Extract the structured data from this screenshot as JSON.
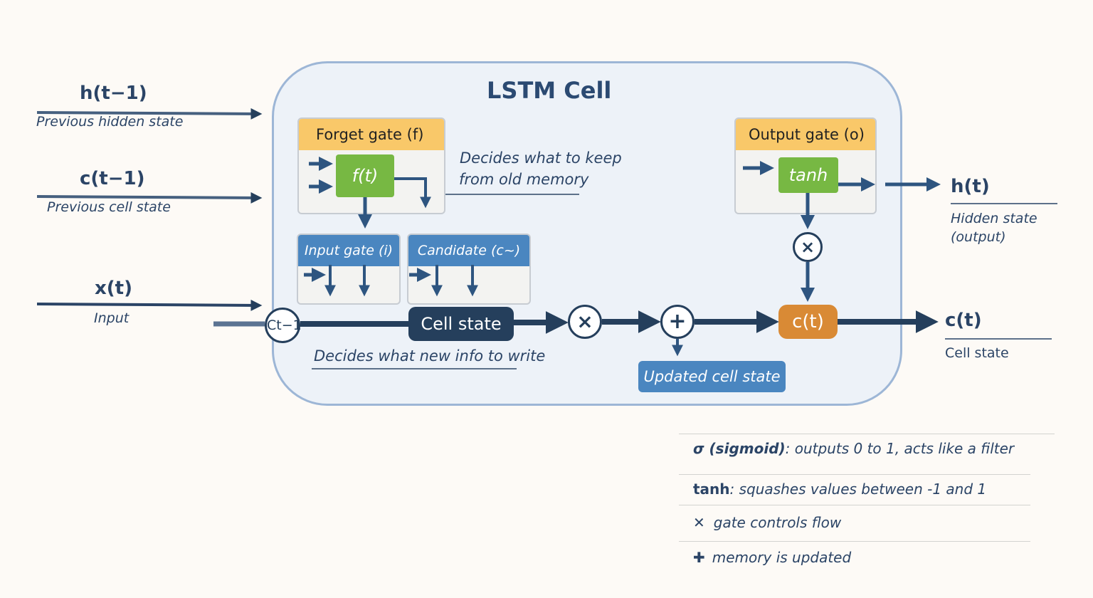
{
  "title": "LSTM Cell",
  "inputs": {
    "h_prev": {
      "symbol": "h(t−1)",
      "label": "Previous hidden state"
    },
    "c_prev": {
      "symbol": "c(t−1)",
      "label": "Previous cell state"
    },
    "x": {
      "symbol": "x(t)",
      "label": "Input"
    }
  },
  "outputs": {
    "h": {
      "symbol": "h(t)",
      "label_line1": "Hidden state",
      "label_line2": "(output)"
    },
    "c": {
      "symbol": "c(t)",
      "label": "Cell state"
    }
  },
  "nodes": {
    "c_prev_node": "Ct−1",
    "forget_gate": {
      "header": "Forget gate (f)",
      "activation": "f(t)"
    },
    "forget_note_line1": "Decides what to keep",
    "forget_note_line2": "from old memory",
    "input_gate": {
      "header": "Input gate (i)"
    },
    "candidate": {
      "header": "Candidate (c~)"
    },
    "cell_state": "Cell state",
    "input_note": "Decides what new info to write",
    "multiply_op": "×",
    "add_op": "+",
    "updated_cell_state": "Updated cell state",
    "c_t": "c(t)",
    "output_gate": {
      "header": "Output gate (o)",
      "activation": "tanh"
    },
    "output_multiply_op": "×"
  },
  "legend": [
    {
      "symbol": "σ (sigmoid)",
      "description": ": outputs 0 to 1, acts like a filter"
    },
    {
      "symbol": "tanh",
      "description": ": squashes values between -1 and 1"
    },
    {
      "symbol": "✕",
      "description": "gate controls flow"
    },
    {
      "symbol": "✚",
      "description": "memory is updated"
    }
  ],
  "colors": {
    "arrow": "#2e5580",
    "dark_arrow": "#253f5c",
    "gate_yellow": "#f9c869",
    "gate_blue": "#4a86c0",
    "activation_green": "#77b843",
    "cell_orange": "#d98a35",
    "cell_box_bg": "#edf2f8"
  }
}
